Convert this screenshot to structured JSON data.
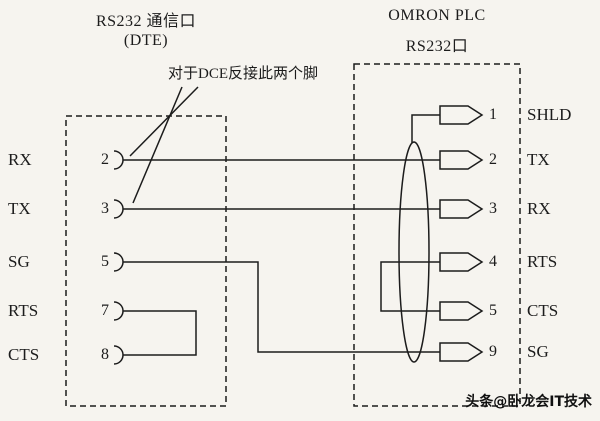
{
  "left_connector": {
    "title_line1": "RS232 通信口",
    "title_line2": "(DTE)",
    "pins": [
      {
        "label": "RX",
        "number": "2"
      },
      {
        "label": "TX",
        "number": "3"
      },
      {
        "label": "SG",
        "number": "5"
      },
      {
        "label": "RTS",
        "number": "7"
      },
      {
        "label": "CTS",
        "number": "8"
      }
    ]
  },
  "right_connector": {
    "title_line1": "OMRON PLC",
    "title_line2": "RS232口",
    "pins": [
      {
        "number": "1",
        "label": "SHLD"
      },
      {
        "number": "2",
        "label": "TX"
      },
      {
        "number": "3",
        "label": "RX"
      },
      {
        "number": "4",
        "label": "RTS"
      },
      {
        "number": "5",
        "label": "CTS"
      },
      {
        "number": "9",
        "label": "SG"
      }
    ]
  },
  "annotation": "对于DCE反接此两个脚",
  "watermark": "头条@卧龙会IT技术",
  "connections": [
    {
      "from": "DTE pin 2 (RX)",
      "to": "PLC pin 2 (TX)"
    },
    {
      "from": "DTE pin 3 (TX)",
      "to": "PLC pin 3 (RX)"
    },
    {
      "from": "DTE pin 5 (SG)",
      "to": "PLC pin 9 (SG)"
    },
    {
      "from": "DTE pin 7 (RTS)",
      "to": "DTE pin 8 (CTS)"
    },
    {
      "from": "PLC pin 4 (RTS)",
      "to": "PLC pin 5 (CTS)"
    },
    {
      "from": "PLC pin 1 (SHLD)",
      "to": "cable shield"
    }
  ],
  "colors": {
    "line": "#1c1c1c",
    "background": "#f6f4ef"
  }
}
